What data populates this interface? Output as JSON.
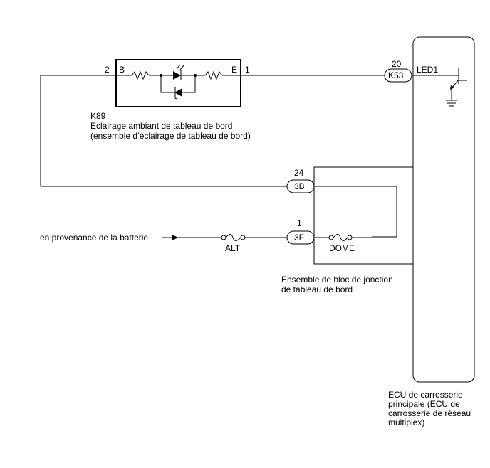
{
  "k89": {
    "id": "K89",
    "name_line1": "Eclairage ambiant de tableau de bord",
    "name_line2": "(ensemble d’éclairage de tableau de bord)",
    "pin_left_number": "2",
    "pin_left_label": "B",
    "pin_right_number": "1",
    "pin_right_label": "E"
  },
  "ecu": {
    "name_line1": "ECU de carrosserie",
    "name_line2": "principale (ECU de",
    "name_line3": "carrosserie de réseau",
    "name_line4": "multiplex)",
    "connector": "K53",
    "pin": "20",
    "signal": "LED1"
  },
  "junction_block": {
    "name_line1": "Ensemble de bloc de jonction",
    "name_line2": "de tableau de bord",
    "connector_top": "3B",
    "connector_top_pin": "24",
    "connector_bottom": "3F",
    "connector_bottom_pin": "1",
    "fuse": "DOME"
  },
  "battery": {
    "label": "en provenance de la batterie",
    "fuse": "ALT"
  }
}
